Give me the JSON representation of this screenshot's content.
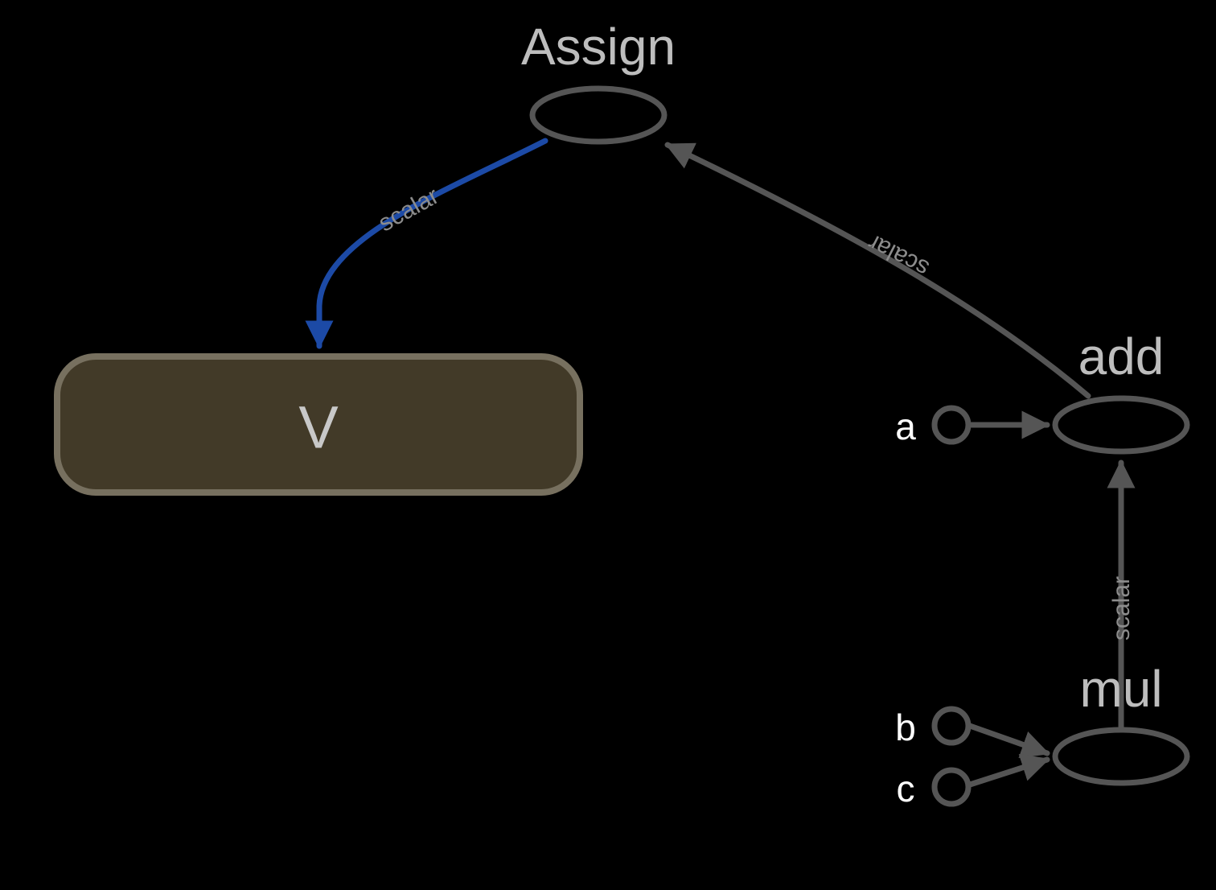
{
  "graph": {
    "nodes": {
      "assign": {
        "title": "Assign"
      },
      "add": {
        "title": "add"
      },
      "mul": {
        "title": "mul"
      },
      "variable": {
        "title": "V"
      }
    },
    "inputs": {
      "a": {
        "label": "a"
      },
      "b": {
        "label": "b"
      },
      "c": {
        "label": "c"
      }
    },
    "edges": {
      "assign_to_variable": {
        "label": "scalar"
      },
      "add_to_assign": {
        "label": "scalar"
      },
      "mul_to_add": {
        "label": "scalar"
      }
    }
  },
  "colors": {
    "background": "#000000",
    "edge": "#555555",
    "edge_active": "#1c4aa6",
    "node_outline": "#555555",
    "variable_fill": "#423a28",
    "variable_outline": "#77705f",
    "title_text": "#bdbdbd",
    "input_text": "#ffffff",
    "edge_text": "#8c8c8c"
  }
}
